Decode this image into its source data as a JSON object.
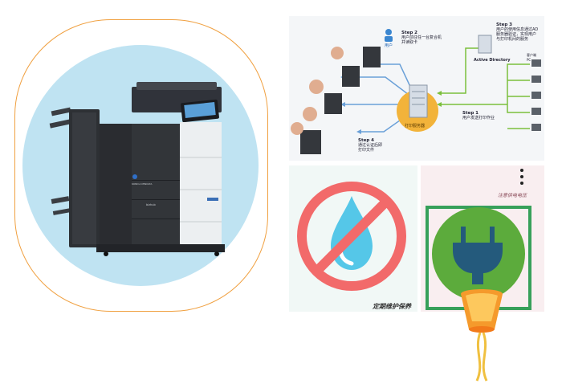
{
  "device": {
    "brand_label": "KONICA MINOLTA",
    "model_label": "bizhub"
  },
  "diagram": {
    "step1_title": "Step 1",
    "step1_text": "用户发送打印作业",
    "step2_title": "Step 2",
    "step2_text": "用户前往任一台复合机\n并读取卡",
    "step3_title": "Step 3",
    "step3_text": "用户的使用信息通过AD\n服务器验证，实现用户\n与打印机间的服务",
    "step4_title": "Step 4",
    "step4_text": "通过认证后即\n打印文件",
    "server_label": "打印服务器",
    "ad_label": "Active Directory",
    "client_label": "客户端\nPC",
    "user_label": "用户"
  },
  "tips": {
    "maintenance_caption": "定期维护保养",
    "voltage_caption": "注意供电电压"
  },
  "colors": {
    "frame": "#f0a040",
    "circle": "#bfe3f2",
    "ban_red": "#f26a6a",
    "water_blue": "#55c7e8",
    "plug_green": "#5cab3c",
    "plug_border": "#37a05a"
  }
}
